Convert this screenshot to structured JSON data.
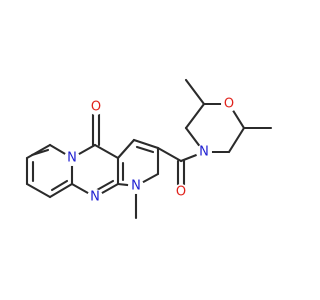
{
  "molecule": {
    "atoms": [
      {
        "id": "N_ring",
        "symbol": "N",
        "color": "#1f1fd1"
      },
      {
        "id": "N_bridge",
        "symbol": "N",
        "color": "#1f1fd1"
      },
      {
        "id": "N_pyrrole",
        "symbol": "N",
        "color": "#1f1fd1"
      },
      {
        "id": "N_morph",
        "symbol": "N",
        "color": "#1f1fd1"
      },
      {
        "id": "O_ring",
        "symbol": "O",
        "color": "#e0221b"
      },
      {
        "id": "O_keto",
        "symbol": "O",
        "color": "#e0221b"
      },
      {
        "id": "O_amide",
        "symbol": "O",
        "color": "#e0221b"
      }
    ]
  }
}
